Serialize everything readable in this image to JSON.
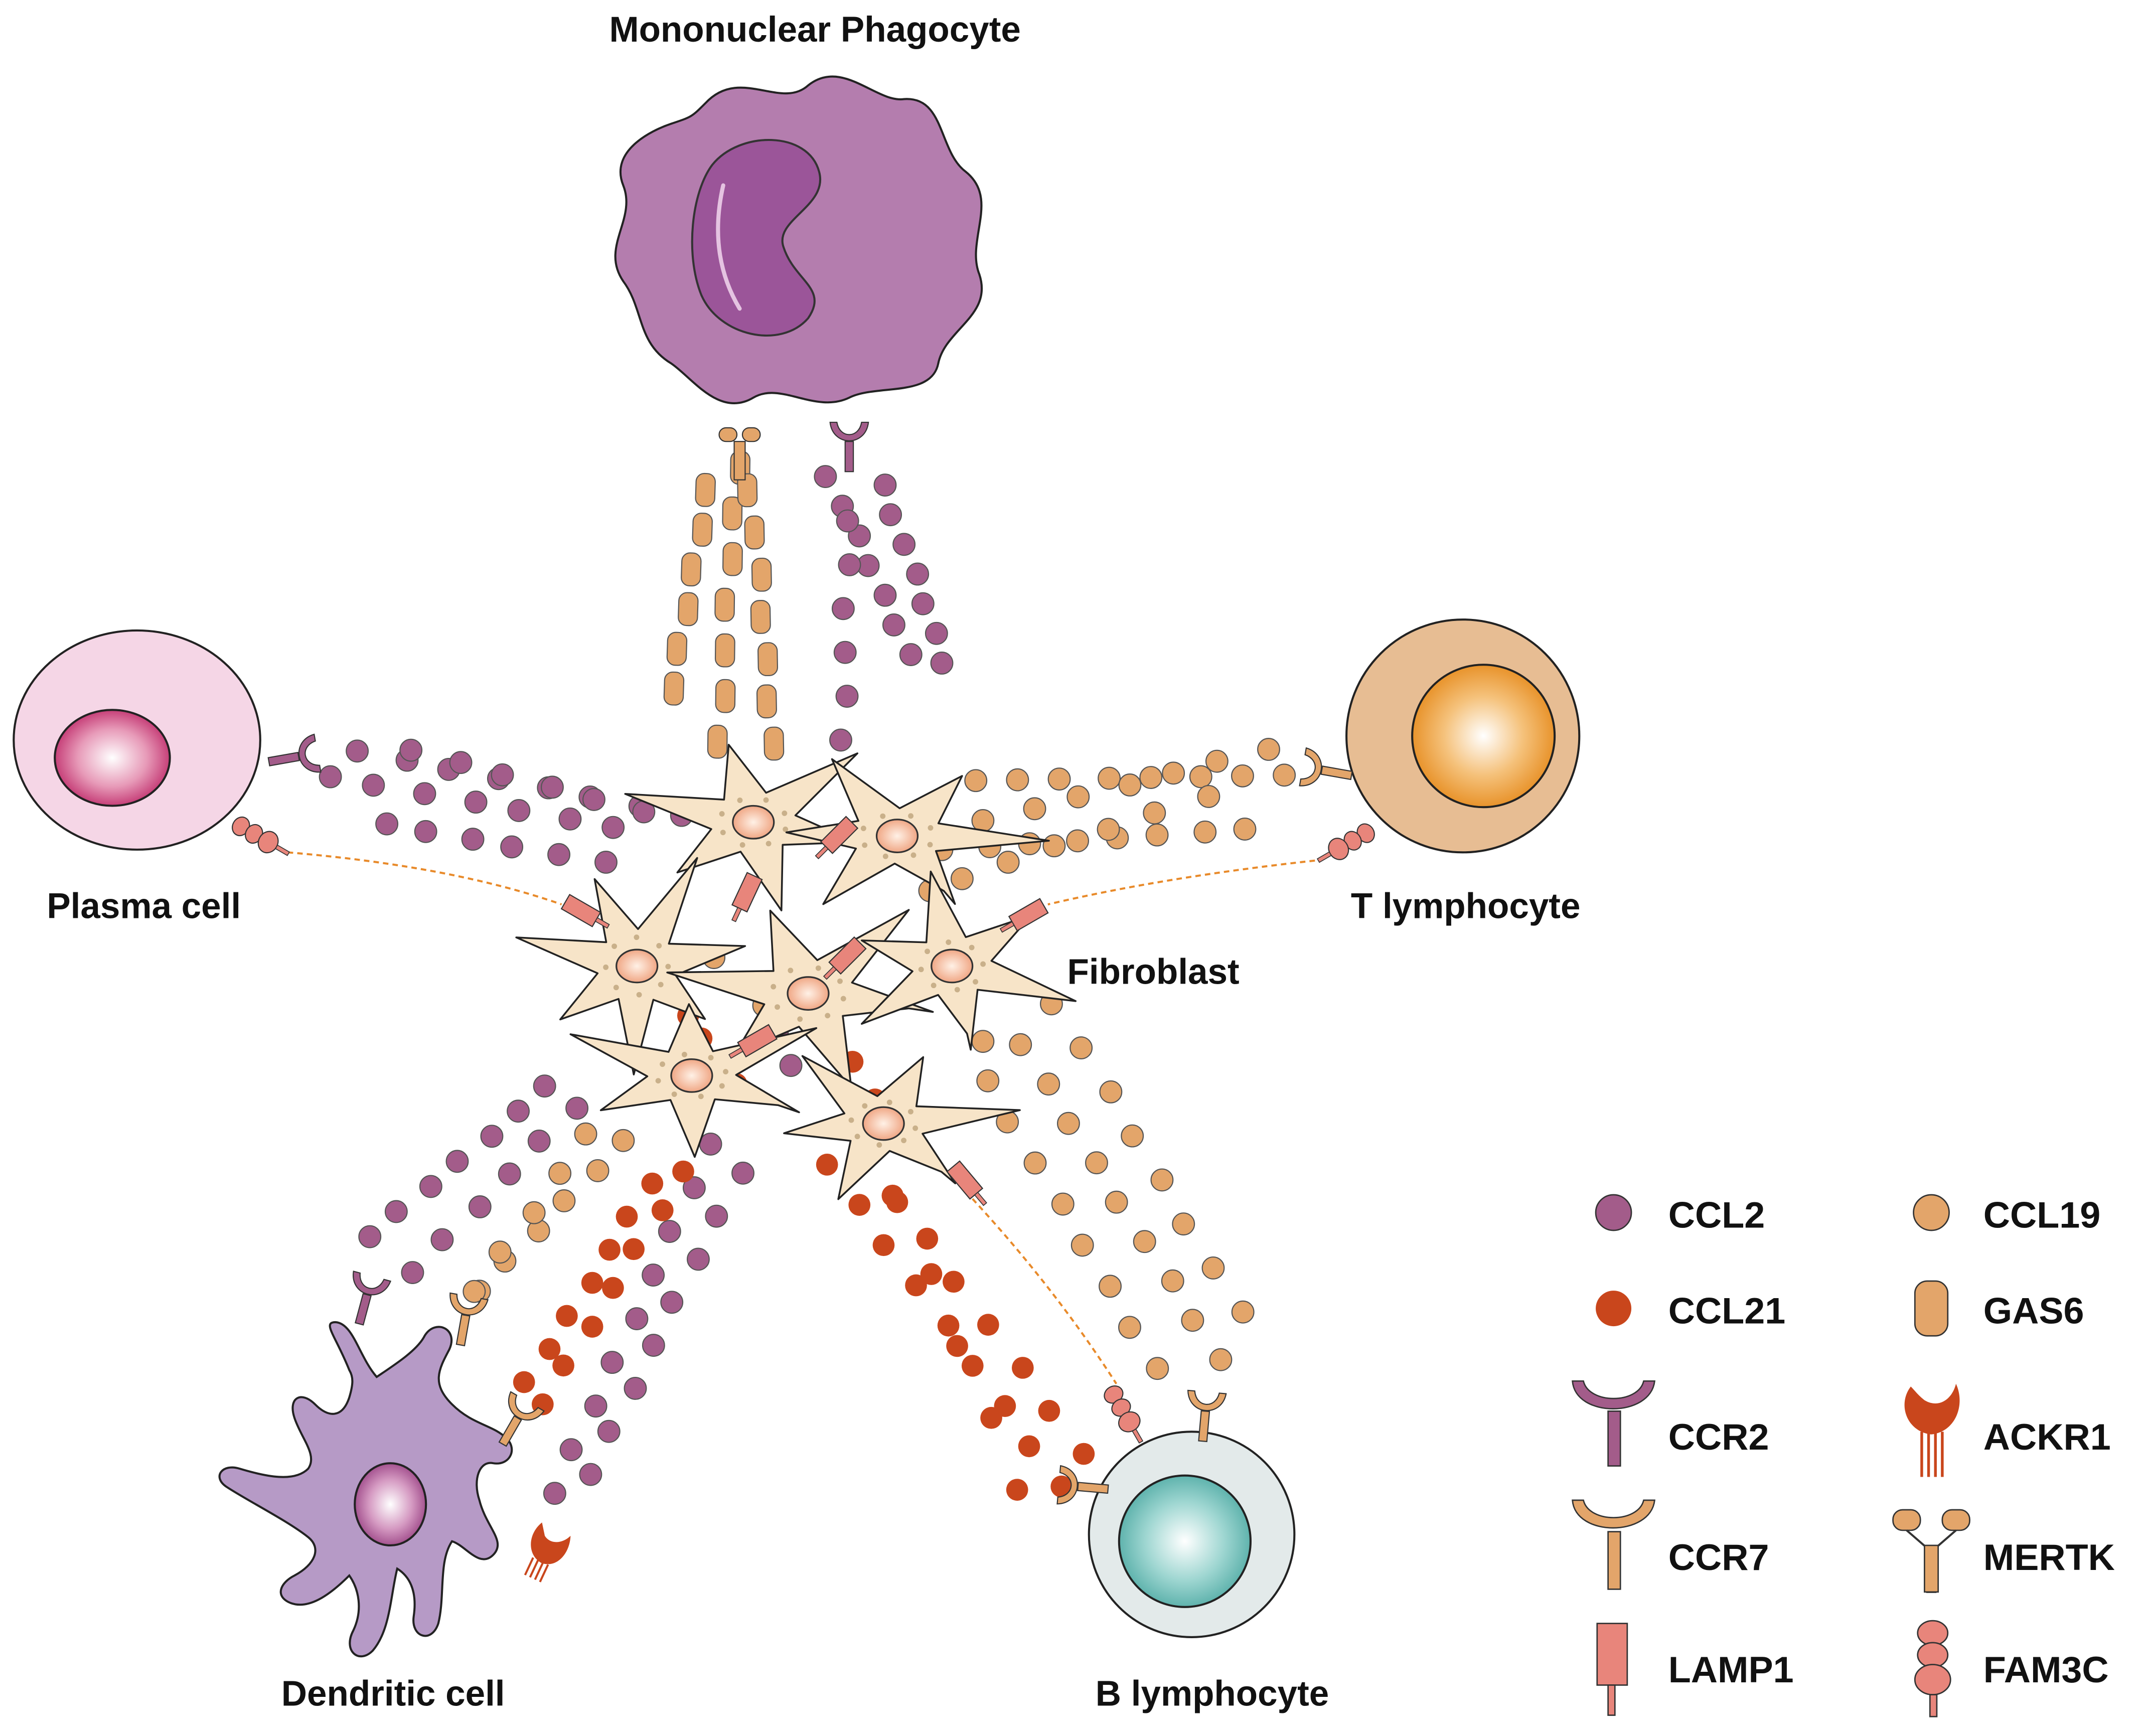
{
  "cells": {
    "mononuclear_phagocyte": "Mononuclear Phagocyte",
    "plasma_cell": "Plasma cell",
    "t_lymphocyte": "T lymphocyte",
    "fibroblast": "Fibroblast",
    "dendritic_cell": "Dendritic cell",
    "b_lymphocyte": "B lymphocyte"
  },
  "legend": {
    "ccl2": "CCL2",
    "ccl19": "CCL19",
    "ccl21": "CCL21",
    "gas6": "GAS6",
    "ccr2": "CCR2",
    "ackr1": "ACKR1",
    "ccr7": "CCR7",
    "mertk": "MERTK",
    "lamp1": "LAMP1",
    "fam3c": "FAM3C"
  },
  "colors": {
    "ccl2": "#a35c8a",
    "ccl19": "#e3a56a",
    "ccl21": "#c9461c",
    "gas6": "#e3a56a",
    "ccr2": "#a35c8a",
    "ccr7": "#e3a56a",
    "ackr1": "#c9461c",
    "mertk": "#e3a56a",
    "lamp1": "#e8857b",
    "fam3c": "#e8857b",
    "fibroblast": "#f7e4c8",
    "phagocyte": "#b47dae",
    "plasma": "#f5d6e6",
    "t_cell": "#e7bd93",
    "b_cell": "#e3eaea",
    "dendritic": "#b69ac6"
  }
}
